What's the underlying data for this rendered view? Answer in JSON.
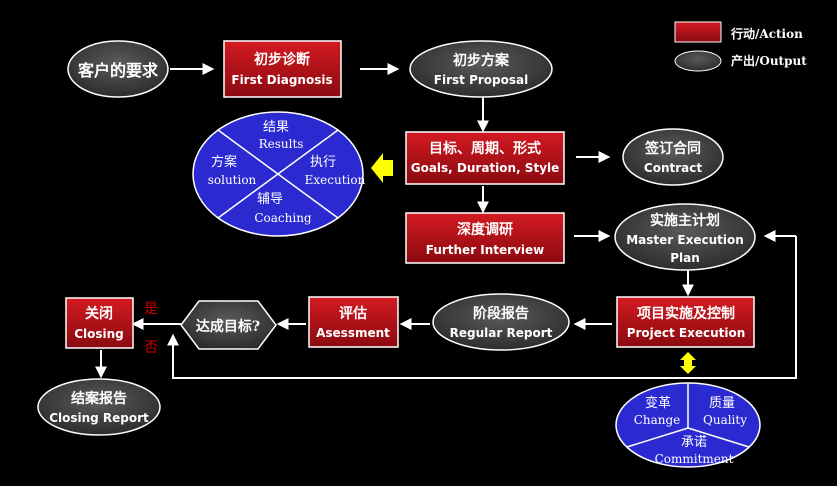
{
  "legend": {
    "action": "行动/Action",
    "output": "产出/Output"
  },
  "colors": {
    "background": "#000000",
    "action_red": "#c0101a",
    "output_gray": "#3a3a3a",
    "circle_blue": "#2a2ad0",
    "arrow_white": "#ffffff",
    "arrow_yellow": "#ffff00",
    "yes_no_red": "#cc0000"
  },
  "nodes": {
    "client_request": {
      "line1": "客户的要求"
    },
    "first_diagnosis": {
      "line1": "初步诊断",
      "line2": "First Diagnosis"
    },
    "first_proposal": {
      "line1": "初步方案",
      "line2": "First Proposal"
    },
    "goals": {
      "line1": "目标、周期、形式",
      "line2": "Goals, Duration, Style"
    },
    "contract": {
      "line1": "签订合同",
      "line2": "Contract"
    },
    "further_interview": {
      "line1": "深度调研",
      "line2": "Further Interview"
    },
    "master_plan": {
      "line1": "实施主计划",
      "line2": "Master Execution",
      "line3": "Plan"
    },
    "project_execution": {
      "line1": "项目实施及控制",
      "line2": "Project Execution"
    },
    "regular_report": {
      "line1": "阶段报告",
      "line2": "Regular Report"
    },
    "assessment": {
      "line1": "评估",
      "line2": "Asessment"
    },
    "goal_reached": {
      "line1": "达成目标?"
    },
    "closing": {
      "line1": "关闭",
      "line2": "Closing"
    },
    "closing_report": {
      "line1": "结案报告",
      "line2": "Closing Report"
    }
  },
  "decision": {
    "yes": "是",
    "no": "否"
  },
  "left_circle": {
    "top": {
      "cn": "结果",
      "en": "Results"
    },
    "left": {
      "cn": "方案",
      "en": "solution"
    },
    "right": {
      "cn": "执行",
      "en": "Execution"
    },
    "bottom": {
      "cn": "辅导",
      "en": "Coaching"
    }
  },
  "right_circle": {
    "left": {
      "cn": "变革",
      "en": "Change"
    },
    "right": {
      "cn": "质量",
      "en": "Quality"
    },
    "bottom": {
      "cn": "承诺",
      "en": "Commitment"
    }
  }
}
